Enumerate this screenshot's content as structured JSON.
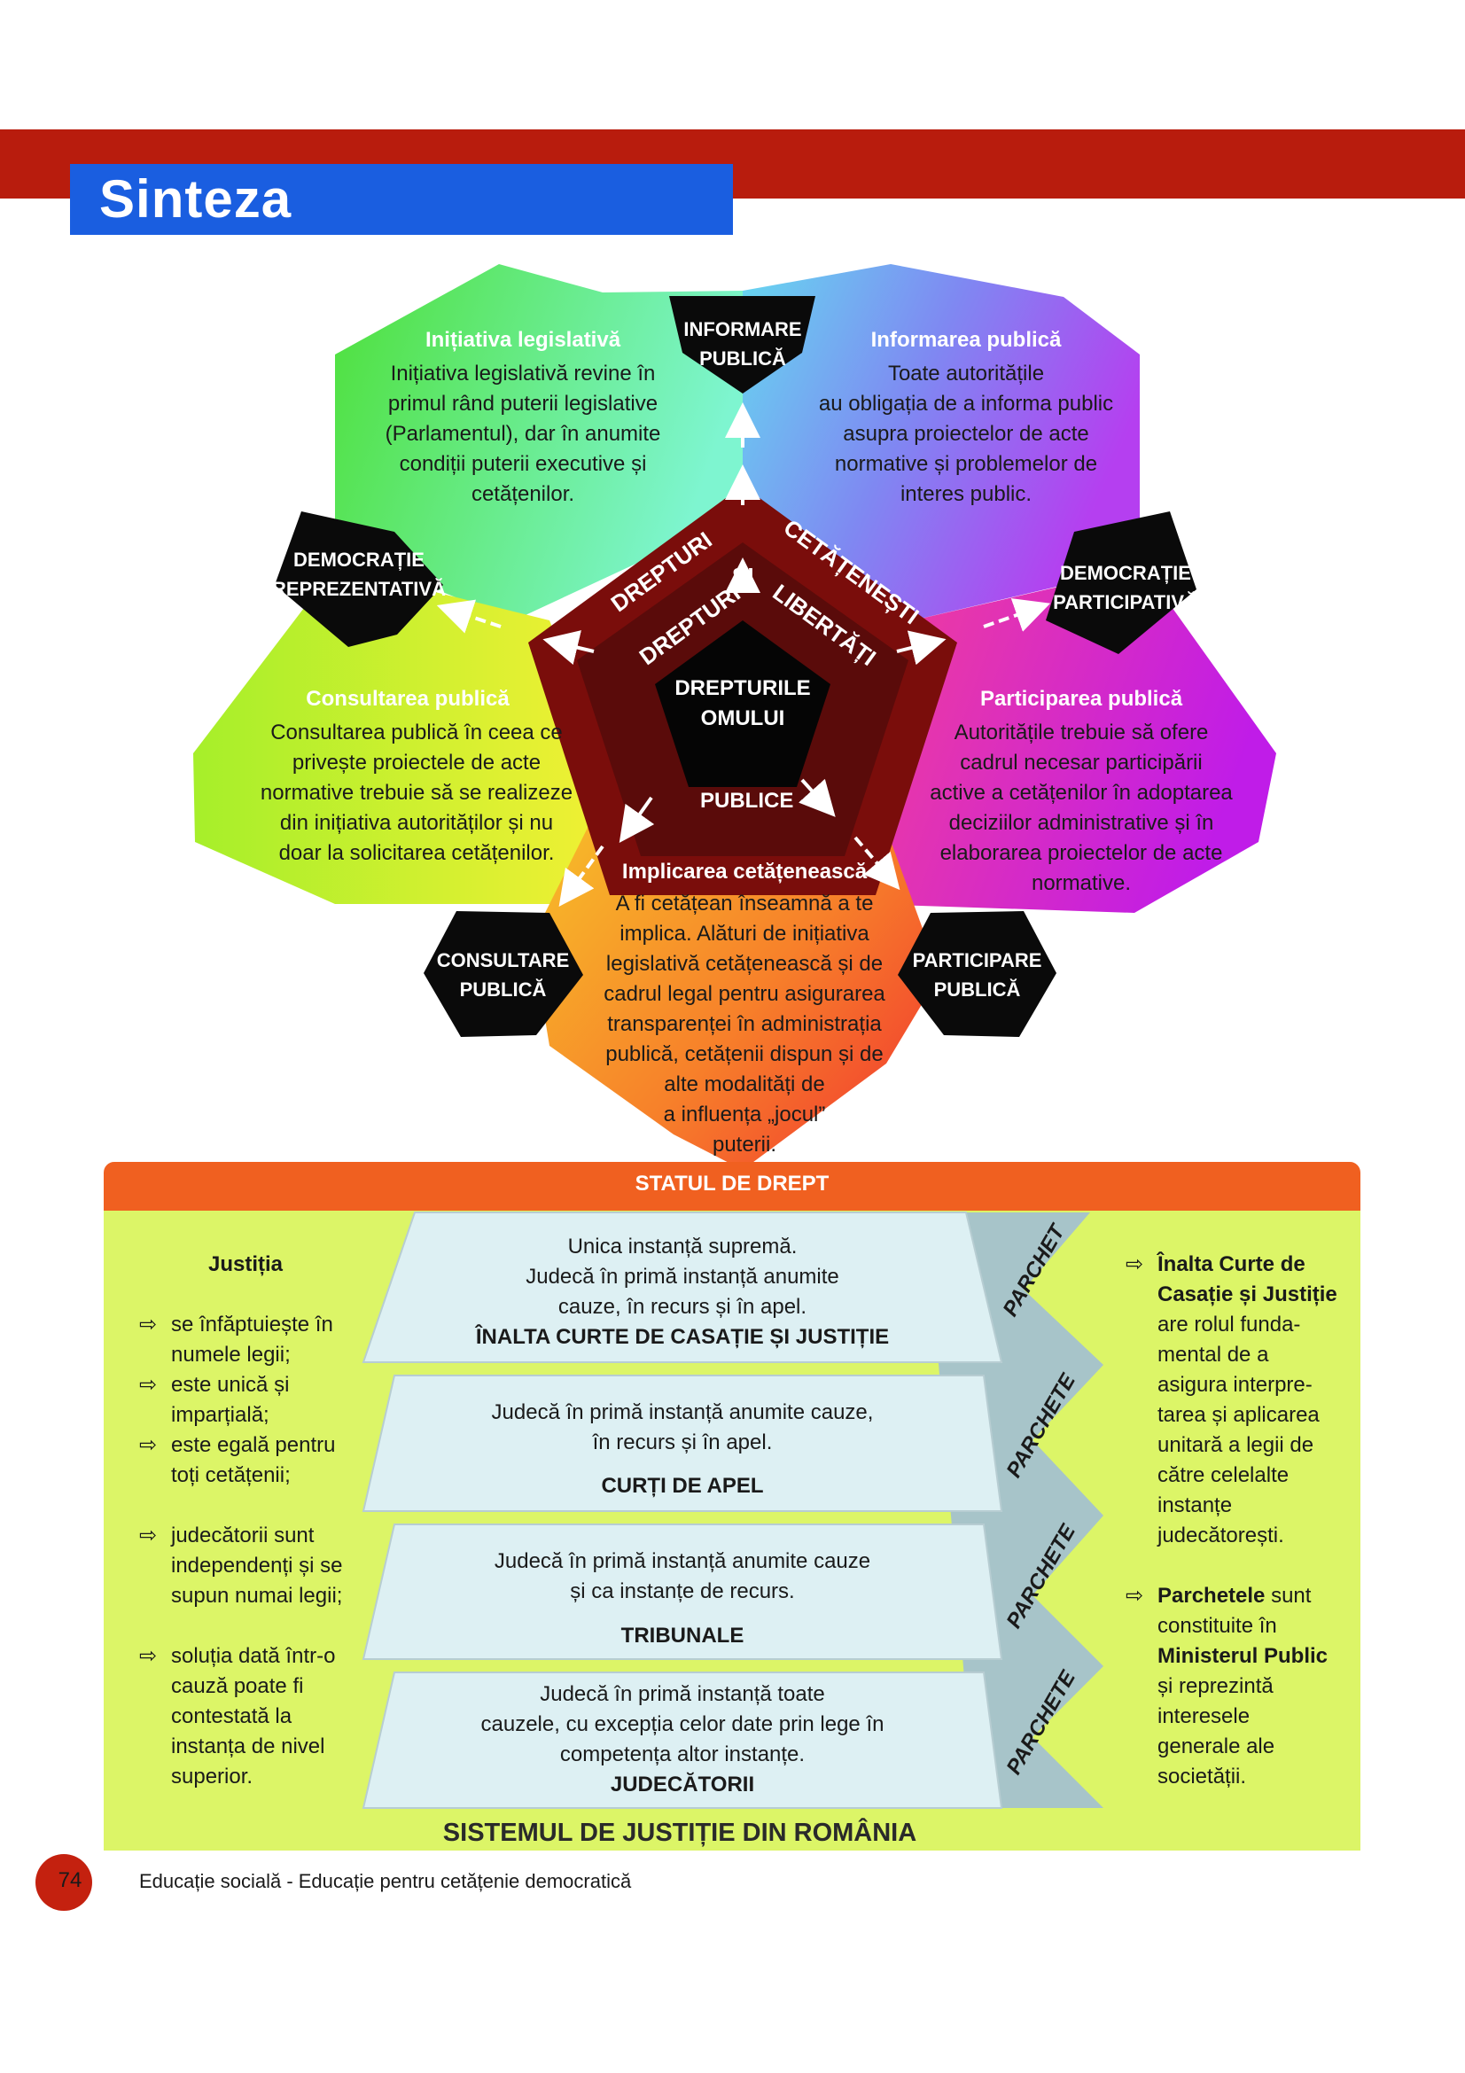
{
  "header": {
    "title": "Sinteza"
  },
  "diagram": {
    "panels": {
      "initiativa": {
        "title": "Inițiativa legislativă",
        "lines": [
          "Inițiativa legislativă revine în",
          "primul rând puterii legislative",
          "(Parlamentul), dar în anumite",
          "condiții puterii executive și",
          "cetățenilor."
        ]
      },
      "informarea": {
        "title": "Informarea publică",
        "lines": [
          "Toate autoritățile",
          "au obligația de a informa public",
          "asupra proiectelor de acte",
          "normative și problemelor de",
          "interes public."
        ]
      },
      "consultarea": {
        "title": "Consultarea publică",
        "lines": [
          "Consultarea publică în ceea ce",
          "privește proiectele de acte",
          "normative trebuie să se realizeze",
          "din inițiativa autorităților și nu",
          "doar la solicitarea cetățenilor."
        ]
      },
      "participarea": {
        "title": "Participarea publică",
        "lines": [
          "Autoritățile trebuie să ofere",
          "cadrul necesar participării",
          "active a cetățenilor în adoptarea",
          "deciziilor administrative și în",
          "elaborarea proiectelor de acte",
          "normative."
        ]
      },
      "implicarea": {
        "title": "Implicarea cetățenească",
        "lines": [
          "A fi cetățean înseamnă a te",
          "implica. Alături de inițiativa",
          "legislativă cetățenească și de",
          "cadrul legal pentru asigurarea",
          "transparenței în administrația",
          "publică, cetățenii dispun și de",
          "alte modalități de",
          "a influența „jocul”",
          "puterii."
        ]
      }
    },
    "pentagons": {
      "informare": [
        "INFORMARE",
        "PUBLICĂ"
      ],
      "democratie_rep": [
        "DEMOCRAȚIE",
        "REPREZENTATIVĂ"
      ],
      "democratie_part": [
        "DEMOCRAȚIE",
        "PARTICIPATIVĂ"
      ],
      "consultare": [
        "CONSULTARE",
        "PUBLICĂ"
      ],
      "participare": [
        "PARTICIPARE",
        "PUBLICĂ"
      ]
    },
    "ring": {
      "drepturi_outer": "DREPTURI",
      "si": "ȘI",
      "cetatenesti": "CETĂȚENEȘTI",
      "drepturi_inner": "DREPTURI",
      "libertati": "LIBERTĂȚI",
      "publice": "PUBLICE"
    },
    "center": [
      "DREPTURILE",
      "OMULUI"
    ]
  },
  "justice": {
    "banner": "STATUL DE DREPT",
    "left": {
      "title": "Justiția",
      "bullets": [
        [
          "se înfăptuiește în",
          "numele legii;"
        ],
        [
          "este unică și",
          "imparțială;"
        ],
        [
          "este egală pentru",
          "toți cetățenii;"
        ],
        [
          "judecătorii sunt",
          "independenți și se",
          "supun numai legii;"
        ],
        [
          "soluția dată într-o",
          "cauză poate fi",
          "contestată la",
          "instanța de nivel",
          "superior."
        ]
      ]
    },
    "courts": [
      {
        "lines": [
          "Unica instanță supremă.",
          "Judecă în primă instanță anumite",
          "cauze, în recurs și în apel."
        ],
        "name": "ÎNALTA CURTE DE CASAȚIE ȘI JUSTIȚIE",
        "parchet": "PARCHET"
      },
      {
        "lines": [
          "Judecă în primă instanță anumite cauze,",
          "în recurs și în apel."
        ],
        "name": "CURȚI DE APEL",
        "parchet": "PARCHETE"
      },
      {
        "lines": [
          "Judecă în primă instanță anumite cauze",
          "și ca instanțe de recurs."
        ],
        "name": "TRIBUNALE",
        "parchet": "PARCHETE"
      },
      {
        "lines": [
          "Judecă în primă instanță toate",
          "cauzele, cu excepția celor date prin lege în",
          "competența altor instanțe."
        ],
        "name": "JUDECĂTORII",
        "parchet": "PARCHETE"
      }
    ],
    "right": {
      "item1": {
        "bold": [
          "Înalta Curte de",
          "Casație și Justiție"
        ],
        "text": [
          "are rolul funda-",
          "mental de a",
          "asigura interpre-",
          "tarea și aplicarea",
          "unitară a legii de",
          "către celelalte",
          "instanțe",
          "judecătorești."
        ]
      },
      "item2": {
        "bold_start": "Parchetele",
        "after_bold": " sunt",
        "text1": [
          "constituite în"
        ],
        "bold_mid": "Ministerul Public",
        "text2": [
          "și reprezintă",
          "interesele",
          "generale ale",
          "societății."
        ]
      }
    },
    "footer_title": "SISTEMUL DE JUSTIȚIE DIN ROMÂNIA"
  },
  "footer": {
    "page": "74",
    "text": "Educație socială - Educație pentru cetățenie democratică"
  }
}
